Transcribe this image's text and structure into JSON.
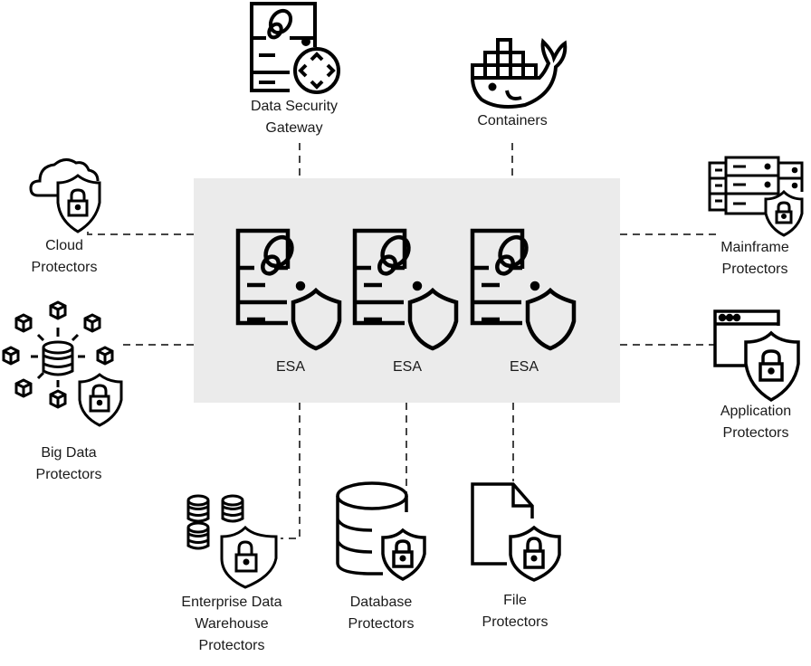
{
  "diagram": {
    "title": "ESA connectivity to protectors",
    "center": {
      "nodes": [
        {
          "label": "ESA",
          "icon": "server-shield-icon"
        },
        {
          "label": "ESA",
          "icon": "server-shield-icon"
        },
        {
          "label": "ESA",
          "icon": "server-shield-icon"
        }
      ]
    },
    "nodes": {
      "dsg": {
        "lines": [
          "Data Security",
          "Gateway"
        ],
        "icon": "gateway-server-icon"
      },
      "containers": {
        "lines": [
          "Containers"
        ],
        "icon": "docker-whale-icon"
      },
      "cloud": {
        "lines": [
          "Cloud",
          "Protectors"
        ],
        "icon": "cloud-shield-icon"
      },
      "bigdata": {
        "lines": [
          "Big Data",
          "Protectors"
        ],
        "icon": "bigdata-network-shield-icon"
      },
      "mainframe": {
        "lines": [
          "Mainframe",
          "Protectors"
        ],
        "icon": "mainframe-shield-icon"
      },
      "application": {
        "lines": [
          "Application",
          "Protectors"
        ],
        "icon": "app-window-shield-icon"
      },
      "edw": {
        "lines": [
          "Enterprise Data",
          "Warehouse",
          "Protectors"
        ],
        "icon": "databases-shield-icon"
      },
      "database": {
        "lines": [
          "Database",
          "Protectors"
        ],
        "icon": "database-shield-icon"
      },
      "file": {
        "lines": [
          "File",
          "Protectors"
        ],
        "icon": "file-shield-icon"
      }
    },
    "connections": [
      "dsg",
      "containers",
      "cloud",
      "bigdata",
      "mainframe",
      "application",
      "edw",
      "database",
      "file"
    ],
    "colors": {
      "panel": "#ebebeb",
      "stroke": "#000000",
      "connector": "#444444"
    }
  }
}
